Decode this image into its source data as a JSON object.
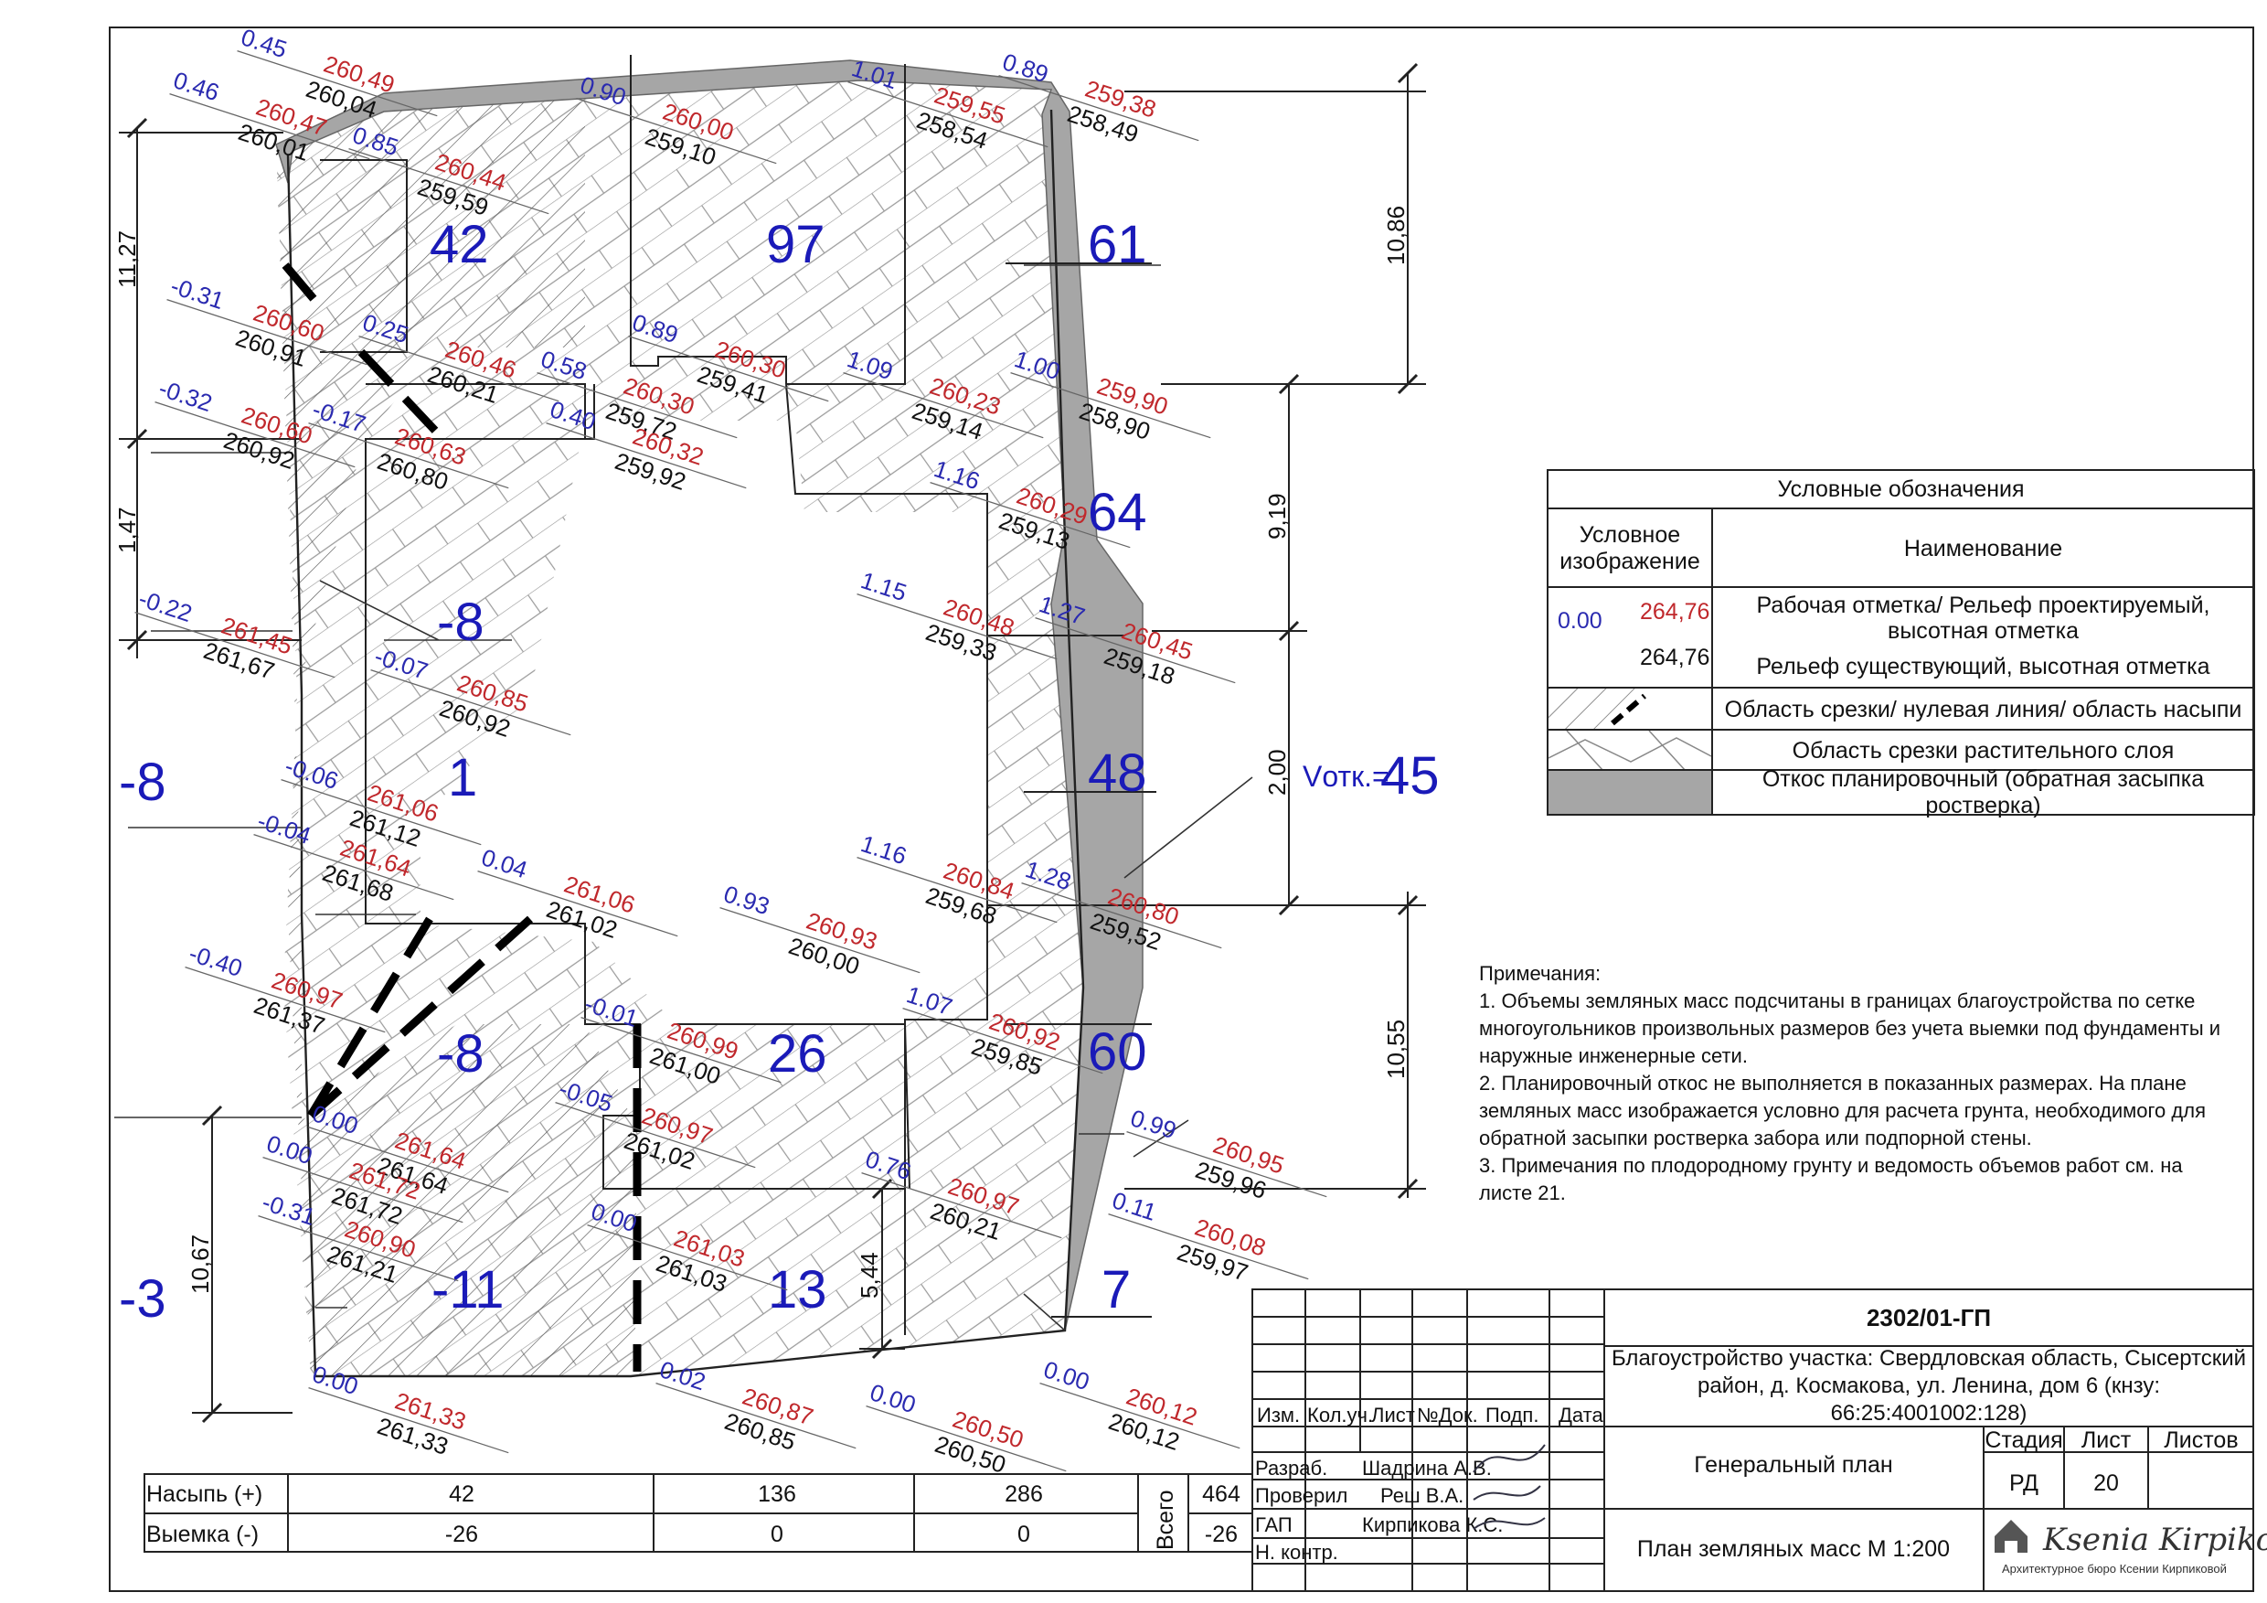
{
  "zones": [
    {
      "id": "z42",
      "value": "42"
    },
    {
      "id": "z97",
      "value": "97"
    },
    {
      "id": "z61",
      "value": "61"
    },
    {
      "id": "z64",
      "value": "64"
    },
    {
      "id": "zm8a",
      "value": "-8"
    },
    {
      "id": "z1",
      "value": "1"
    },
    {
      "id": "z48",
      "value": "48"
    },
    {
      "id": "zm8b",
      "value": "-8"
    },
    {
      "id": "zm8c",
      "value": "-8"
    },
    {
      "id": "z26",
      "value": "26"
    },
    {
      "id": "z60",
      "value": "60"
    },
    {
      "id": "zm11",
      "value": "-11"
    },
    {
      "id": "z13",
      "value": "13"
    },
    {
      "id": "z7",
      "value": "7"
    },
    {
      "id": "zm3",
      "value": "-3"
    }
  ],
  "vol_label": "Vотк.=",
  "vol_value": "45",
  "points": [
    {
      "w": "0.45",
      "p": "260,49",
      "e": "260,04"
    },
    {
      "w": "0.46",
      "p": "260,47",
      "e": "260,01"
    },
    {
      "w": "0.85",
      "p": "260,44",
      "e": "259,59"
    },
    {
      "w": "0.90",
      "p": "260,00",
      "e": "259,10"
    },
    {
      "w": "1.01",
      "p": "259,55",
      "e": "258,54"
    },
    {
      "w": "0.89",
      "p": "259,38",
      "e": "258,49"
    },
    {
      "w": "-0.31",
      "p": "260,60",
      "e": "260,91"
    },
    {
      "w": "0.25",
      "p": "260,46",
      "e": "260,21"
    },
    {
      "w": "0.89",
      "p": "260,30",
      "e": "259,41"
    },
    {
      "w": "1.09",
      "p": "260,23",
      "e": "259,14"
    },
    {
      "w": "1.00",
      "p": "259,90",
      "e": "258,90"
    },
    {
      "w": "-0.32",
      "p": "260,60",
      "e": "260,92"
    },
    {
      "w": "-0.17",
      "p": "260,63",
      "e": "260,80"
    },
    {
      "w": "0.58",
      "p": "260,30",
      "e": "259,72"
    },
    {
      "w": "0.40",
      "p": "260,32",
      "e": "259,92"
    },
    {
      "w": "1.16",
      "p": "260,29",
      "e": "259,13"
    },
    {
      "w": "-0.22",
      "p": "261,45",
      "e": "261,67"
    },
    {
      "w": "-0.07",
      "p": "260,85",
      "e": "260,92"
    },
    {
      "w": "1.15",
      "p": "260,48",
      "e": "259,33"
    },
    {
      "w": "1.27",
      "p": "260,45",
      "e": "259,18"
    },
    {
      "w": "-0.06",
      "p": "261,06",
      "e": "261,12"
    },
    {
      "w": "-0.04",
      "p": "261,64",
      "e": "261,68"
    },
    {
      "w": "0.04",
      "p": "261,06",
      "e": "261,02"
    },
    {
      "w": "0.93",
      "p": "260,93",
      "e": "260,00"
    },
    {
      "w": "1.16",
      "p": "260,84",
      "e": "259,68"
    },
    {
      "w": "1.28",
      "p": "260,80",
      "e": "259,52"
    },
    {
      "w": "-0.40",
      "p": "260,97",
      "e": "261,37"
    },
    {
      "w": "-0.01",
      "p": "260,99",
      "e": "261,00"
    },
    {
      "w": "1.07",
      "p": "260,92",
      "e": "259,85"
    },
    {
      "w": "0.00",
      "p": "261,64",
      "e": "261,64"
    },
    {
      "w": "-0.05",
      "p": "260,97",
      "e": "261,02"
    },
    {
      "w": "0.99",
      "p": "260,95",
      "e": "259,96"
    },
    {
      "w": "0.00",
      "p": "261,72",
      "e": "261,72"
    },
    {
      "w": "-0.31",
      "p": "260,90",
      "e": "261,21"
    },
    {
      "w": "0.76",
      "p": "260,97",
      "e": "260,21"
    },
    {
      "w": "0.11",
      "p": "260,08",
      "e": "259,97"
    },
    {
      "w": "0.00",
      "p": "261,03",
      "e": "261,03"
    },
    {
      "w": "0.00",
      "p": "261,33",
      "e": "261,33"
    },
    {
      "w": "0.02",
      "p": "260,87",
      "e": "260,85"
    },
    {
      "w": "0.00",
      "p": "260,50",
      "e": "260,50"
    },
    {
      "w": "0.00",
      "p": "260,12",
      "e": "260,12"
    }
  ],
  "dims": {
    "d1127": "11,27",
    "d147": "1,47",
    "d1067": "10,67",
    "d544": "5,44",
    "d1086": "10,86",
    "d919": "9,19",
    "d200": "2,00",
    "d1055": "10,55"
  },
  "legend": {
    "title": "Условные обозначения",
    "col1": "Условное изображение",
    "col2": "Наименование",
    "sample_w": "0.00",
    "sample_p": "264,76",
    "sample_e": "264,76",
    "rows": [
      "Рабочая отметка/ Рельеф проектируемый, высотная отметка",
      "Рельеф существующий, высотная отметка",
      "Область срезки/ нулевая линия/ область насыпи",
      "Область срезки растительного слоя",
      "Откос планировочный (обратная засыпка ростверка)"
    ]
  },
  "notes": [
    "Примечания:",
    "1. Объемы земляных масс подсчитаны в границах благоустройства по сетке многоугольников произвольных размеров без учета выемки под фундаменты и наружные инженерные сети.",
    "2. Планировочный откос не выполняется в показанных размерах. На плане земляных масс изображается условно для расчета грунта, необходимого для обратной засыпки ростверка забора или подпорной стены.",
    "3. Примечания по плодородному грунту и ведомость объемов работ см. на листе 21."
  ],
  "volumes": {
    "fill_label": "Насыпь (+)",
    "cut_label": "Выемка (-)",
    "fill": [
      "42",
      "136",
      "286"
    ],
    "cut": [
      "-26",
      "0",
      "0"
    ],
    "total_label": "Всего",
    "fill_total": "464",
    "cut_total": "-26"
  },
  "titleblock": {
    "code": "2302/01-ГП",
    "project": "Благоустройство участка: Свердловская область, Сысертский район, д. Космакова, ул. Ленина, дом 6 (кнзу: 66:25:4001002:128)",
    "headers": [
      "Изм.",
      "Кол.уч.",
      "Лист",
      "№Док.",
      "Подп.",
      "Дата"
    ],
    "roles": [
      "Разраб.",
      "Проверил",
      "ГАП",
      "Н. контр."
    ],
    "names": [
      "Шадрина А.В.",
      "Реш В.А.",
      "Кирпикова К.С."
    ],
    "section": "Генеральный план",
    "stage_label": "Стадия",
    "sheet_label": "Лист",
    "sheets_label": "Листов",
    "stage": "РД",
    "sheet": "20",
    "drawing": "План земляных масс М 1:200",
    "logo": "Ksenia Kirpikova",
    "logo_sub": "Архитектурное бюро Ксении Кирпиковой"
  }
}
